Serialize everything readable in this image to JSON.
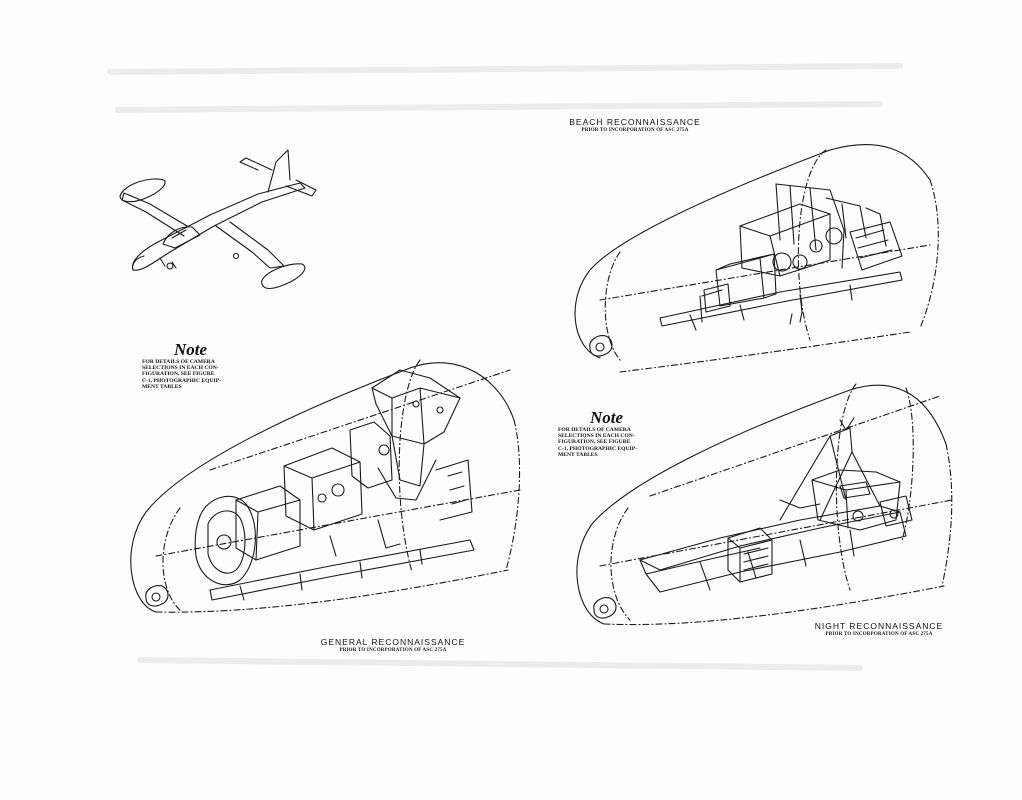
{
  "diagrams": {
    "beach": {
      "title": "BEACH RECONNAISSANCE",
      "subtitle": "PRIOR TO INCORPORATION OF ASC 275A"
    },
    "general": {
      "title": "GENERAL RECONNAISSANCE",
      "subtitle": "PRIOR TO INCORPORATION OF ASC 275A"
    },
    "night": {
      "title": "NIGHT RECONNAISSANCE",
      "subtitle": "PRIOR TO INCORPORATION OF ASC 275A"
    }
  },
  "notes": [
    {
      "heading": "Note",
      "lines": [
        "FOR DETAILS OF CAMERA",
        "SELECTIONS IN EACH CON-",
        "FIGURATION, SEE FIGURE",
        "C-1, PHOTOGRAPHIC EQUIP-",
        "MENT TABLES"
      ]
    },
    {
      "heading": "Note",
      "lines": [
        "FOR DETAILS OF CAMERA",
        "SELECTIONS IN EACH CON-",
        "FIGURATION, SEE FIGURE",
        "C-1, PHOTOGRAPHIC EQUIP-",
        "MENT TABLES"
      ]
    }
  ]
}
